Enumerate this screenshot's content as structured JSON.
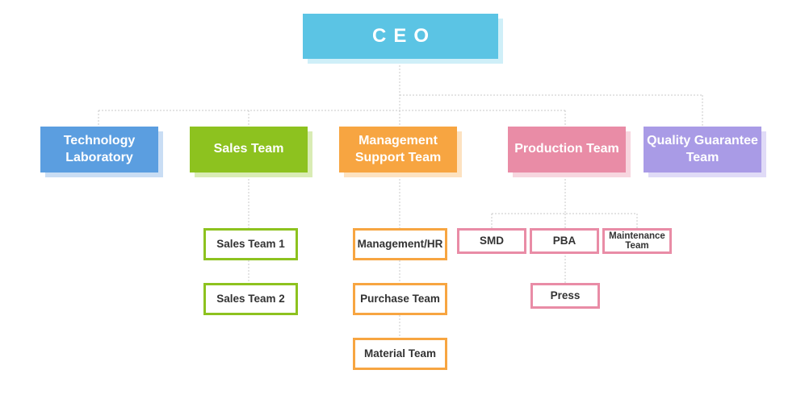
{
  "ceo": {
    "label": "CEO",
    "color": "#5bc4e4",
    "shadow": "#cfeff8"
  },
  "departments": [
    {
      "key": "tech",
      "label": "Technology Laboratory",
      "color": "#5b9ee0",
      "shadow": "#c9ddf4"
    },
    {
      "key": "sales",
      "label": "Sales Team",
      "color": "#8dc21f",
      "shadow": "#d9ecb4"
    },
    {
      "key": "mgmt",
      "label": "Management Support Team",
      "color": "#f7a541",
      "shadow": "#fde2c0"
    },
    {
      "key": "prod",
      "label": "Production Team",
      "color": "#e98ca6",
      "shadow": "#f7d6df"
    },
    {
      "key": "quality",
      "label": "Quality Guarantee Team",
      "color": "#a99be6",
      "shadow": "#e0dbf7"
    }
  ],
  "sub_teams": [
    {
      "key": "sales1",
      "parent": "sales",
      "label": "Sales Team 1",
      "color": "#8dc21f"
    },
    {
      "key": "sales2",
      "parent": "sales",
      "label": "Sales Team 2",
      "color": "#8dc21f"
    },
    {
      "key": "hr",
      "parent": "mgmt",
      "label": "Management/HR",
      "color": "#f7a541"
    },
    {
      "key": "purchase",
      "parent": "mgmt",
      "label": "Purchase Team",
      "color": "#f7a541"
    },
    {
      "key": "material",
      "parent": "mgmt",
      "label": "Material Team",
      "color": "#f7a541"
    },
    {
      "key": "smd",
      "parent": "prod",
      "label": "SMD",
      "color": "#e98ca6"
    },
    {
      "key": "pba",
      "parent": "prod",
      "label": "PBA",
      "color": "#e98ca6"
    },
    {
      "key": "maint",
      "parent": "prod",
      "label": "Maintenance Team",
      "color": "#e98ca6"
    },
    {
      "key": "press",
      "parent": "prod",
      "label": "Press",
      "color": "#e98ca6"
    }
  ],
  "line_color": "#c8c8c8"
}
